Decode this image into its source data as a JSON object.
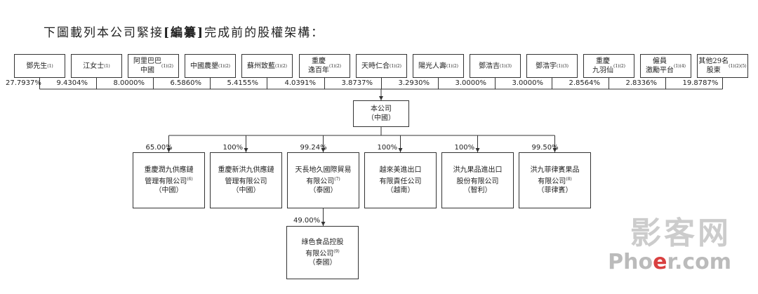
{
  "title": {
    "before": "下圖載列本公司緊接",
    "bracket": "編纂",
    "after": "完成前的股權架構："
  },
  "shareholders": [
    {
      "name": "鄧先生",
      "note": "(1)",
      "pct": "27.7937%"
    },
    {
      "name": "江女士",
      "note": "(1)",
      "pct": "9.4304%"
    },
    {
      "name": "阿里巴巴\n中國",
      "note": "(1)(2)",
      "pct": "8.0000%"
    },
    {
      "name": "中國農墾",
      "note": "(1)(2)",
      "pct": "6.5860%"
    },
    {
      "name": "蘇州致藍",
      "note": "(1)(2)",
      "pct": "5.4155%"
    },
    {
      "name": "重慶\n逸百年",
      "note": "(1)(2)",
      "pct": "4.0391%"
    },
    {
      "name": "天時仁合",
      "note": "(1)(2)",
      "pct": "3.8737%"
    },
    {
      "name": "陽光人壽",
      "note": "(1)(2)",
      "pct": "3.2930%"
    },
    {
      "name": "鄧浩吉",
      "note": "(1)(3)",
      "pct": "3.0000%"
    },
    {
      "name": "鄧浩宇",
      "note": "(1)(3)",
      "pct": "3.0000%"
    },
    {
      "name": "重慶\n九羽仙",
      "note": "(1)(2)",
      "pct": "2.8564%"
    },
    {
      "name": "僱員\n激勵平台",
      "note": "(1)(4)",
      "pct": "2.8336%"
    },
    {
      "name": "其他29名\n股東",
      "note": "(1)(2)(5)",
      "pct": "19.8787%"
    }
  ],
  "company": {
    "name": "本公司\n（中國）"
  },
  "subsidiaries": [
    {
      "name": "重慶潤九供應鏈\n管理有限公司",
      "note": "(6)",
      "region": "（中國）",
      "pct": "65.00%"
    },
    {
      "name": "重慶新洪九供應鏈\n管理有限公司",
      "note": "",
      "region": "（中國）",
      "pct": "100%"
    },
    {
      "name": "天長地久國際貿易\n有限公司",
      "note": "(7)",
      "region": "（泰國）",
      "pct": "99.24%"
    },
    {
      "name": "越來美進出口\n有限責任公司",
      "note": "",
      "region": "（越南）",
      "pct": "100%"
    },
    {
      "name": "洪九果品進出口\n股份有限公司",
      "note": "",
      "region": "（智利）",
      "pct": "100%"
    },
    {
      "name": "洪九菲律賓果品\n有限公司",
      "note": "(8)",
      "region": "（菲律賓）",
      "pct": "99.50%"
    }
  ],
  "sub_subsidiary": {
    "name": "綠色食品控股\n有限公司",
    "note": "(9)",
    "region": "（泰國）",
    "pct": "49.00%"
  },
  "watermark": {
    "cn": "影客网",
    "en_a": "Pho",
    "en_b": "e",
    "en_c": "r.com"
  }
}
